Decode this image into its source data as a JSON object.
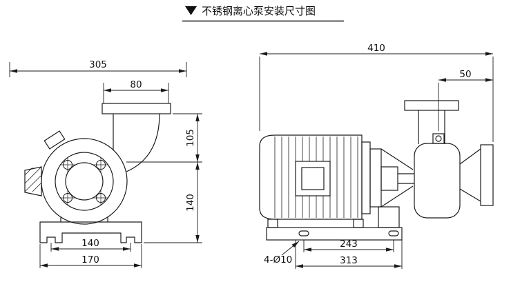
{
  "title": {
    "icon": "triangle-down-icon",
    "text": "不锈钢离心泵安装尺寸图"
  },
  "front_view": {
    "dims": {
      "overall_width": "305",
      "flange_width": "80",
      "flange_to_center": "105",
      "center_to_base": "140",
      "foot_spacing": "140",
      "base_width": "170"
    }
  },
  "side_view": {
    "dims": {
      "overall_length": "410",
      "vent_to_suction": "50",
      "bolt_spacing": "243",
      "base_length": "313",
      "bolt_holes": "4-Ø10"
    }
  },
  "colors": {
    "line": "#1a1a1a",
    "background": "#ffffff"
  }
}
